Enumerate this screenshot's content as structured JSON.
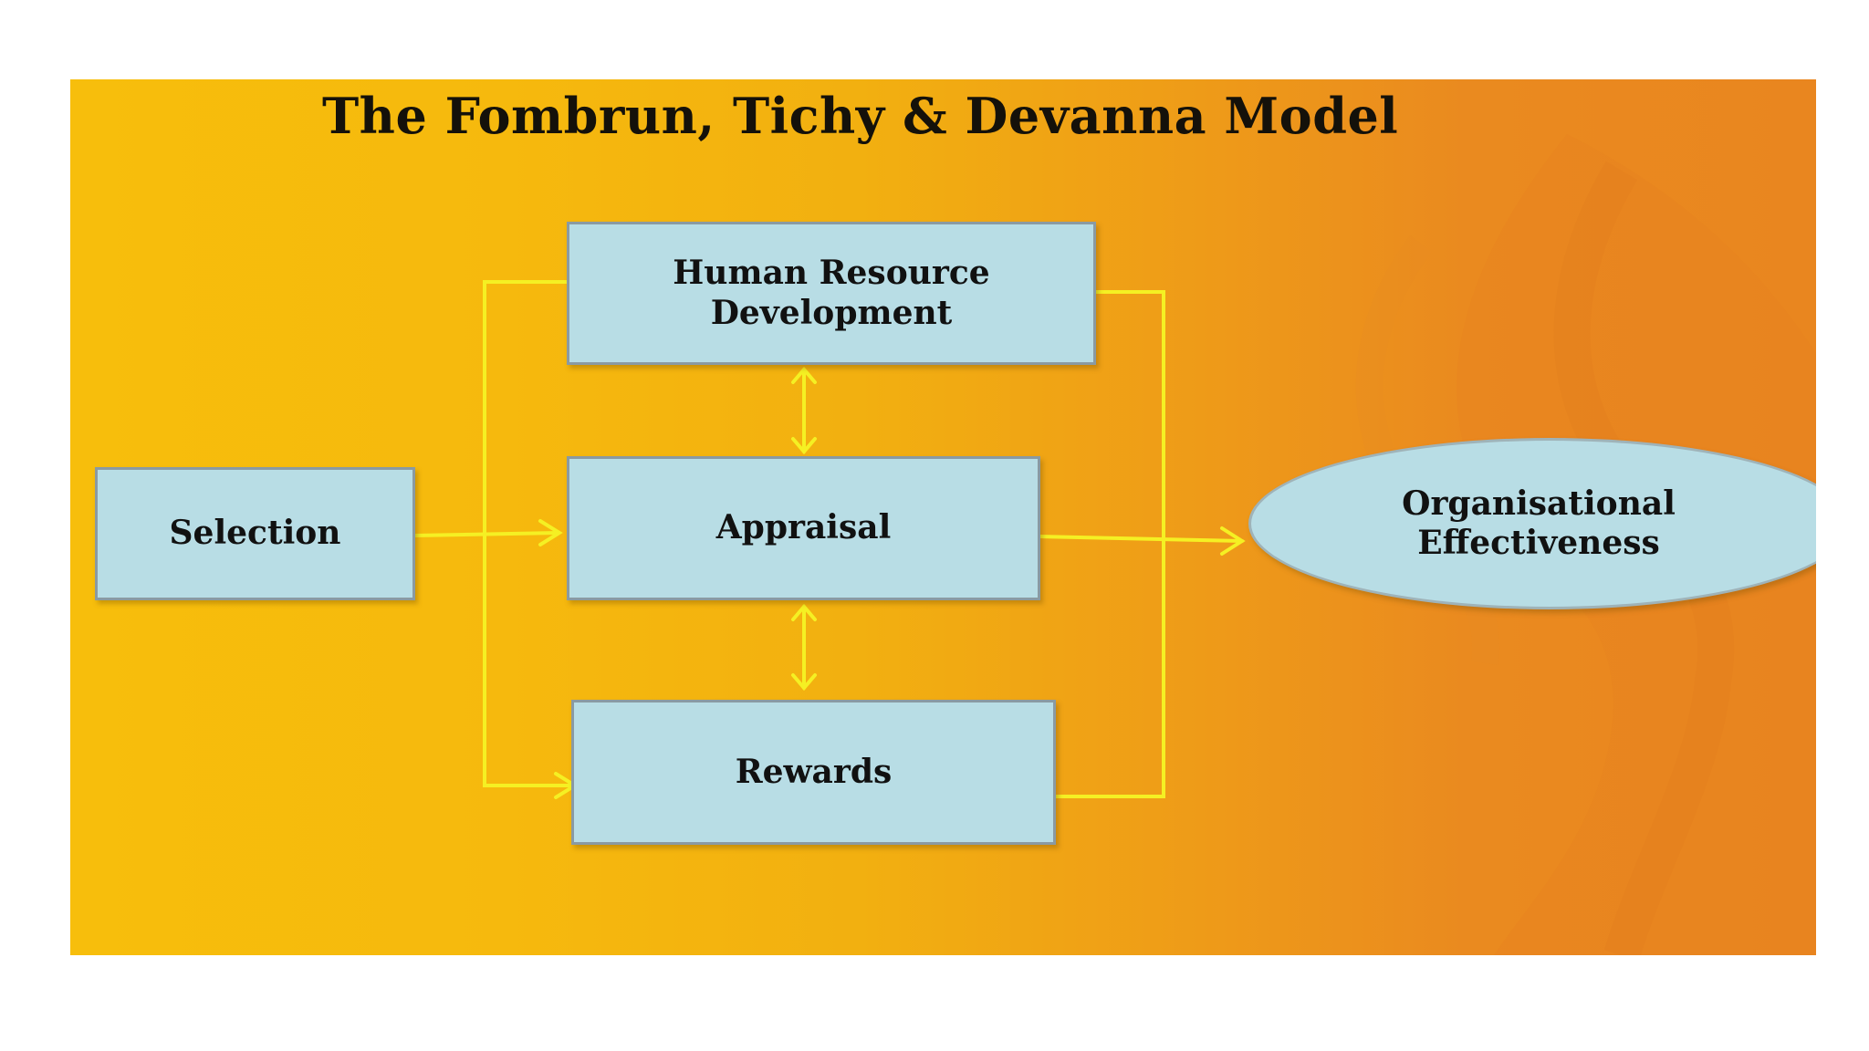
{
  "title": "The Fombrun, Tichy & Devanna Model",
  "nodes": {
    "hrd": "Human Resource\nDevelopment",
    "selection": "Selection",
    "appraisal": "Appraisal",
    "rewards": "Rewards",
    "effectiveness": "Organisational\nEffectiveness"
  },
  "colors": {
    "box_fill": "#b8dde5",
    "connector": "#f5f023",
    "title_text": "#14110a"
  }
}
